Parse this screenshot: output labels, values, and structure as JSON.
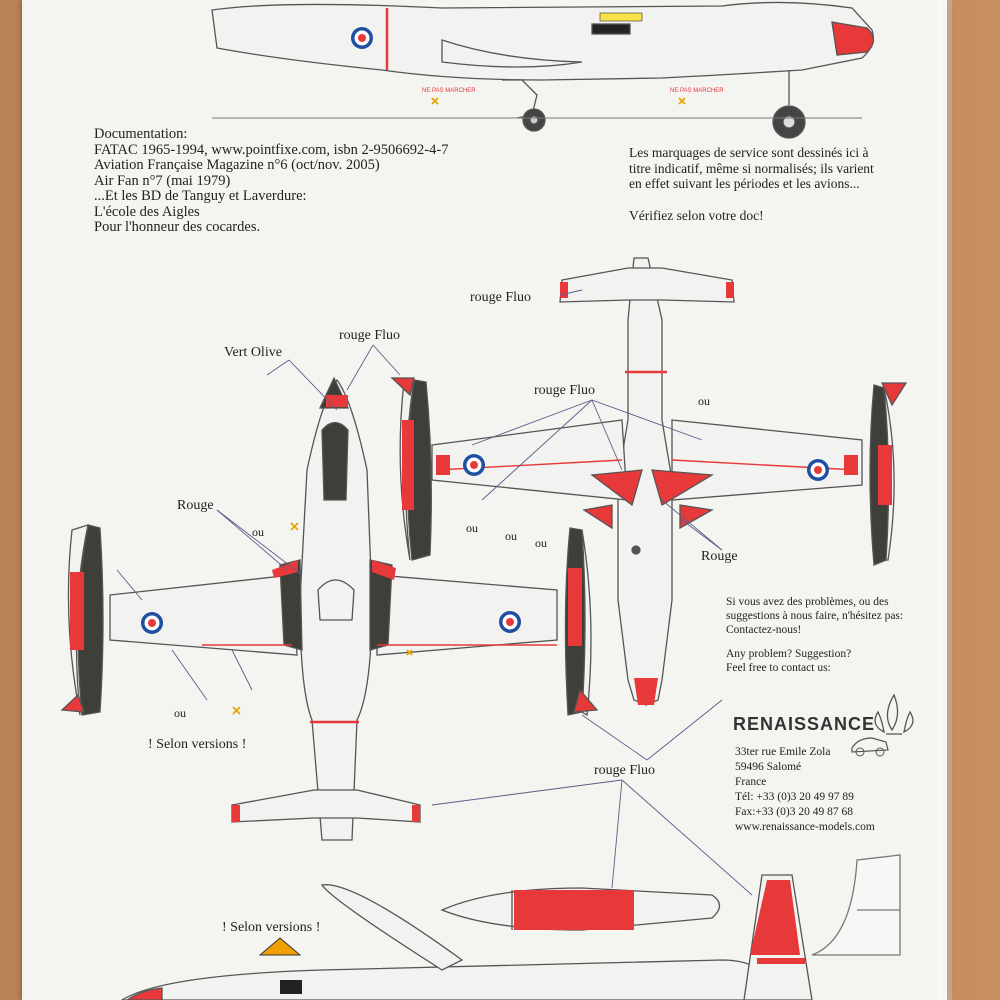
{
  "documentation": {
    "title": "Documentation:",
    "lines": [
      "FATAC 1965-1994, www.pointfixe.com, isbn 2-9506692-4-7",
      "Aviation Française Magazine n°6 (oct/nov. 2005)",
      "Air Fan n°7 (mai 1979)",
      "...Et les BD de Tanguy et Laverdure:",
      "L'école des Aigles",
      "Pour l'honneur des cocardes."
    ]
  },
  "service_note": {
    "lines": [
      "Les marquages de service sont dessinés ici à",
      "titre indicatif, même si normalisés; ils varient",
      "en effet suivant les périodes et les avions...",
      "",
      "Vérifiez selon votre doc!"
    ]
  },
  "callouts": {
    "vert_olive": "Vert Olive",
    "rouge_fluo_top": "rouge Fluo",
    "rouge_fluo_right": "rouge Fluo",
    "rouge_fluo_mid": "rouge Fluo",
    "rouge_fluo_bottom": "rouge Fluo",
    "rouge_left": "Rouge",
    "rouge_right": "Rouge",
    "selon_versions_1": "! Selon versions !",
    "selon_versions_2": "! Selon versions !",
    "ou": "ou"
  },
  "contact": {
    "fr": [
      "Si vous avez des problèmes, ou des",
      "suggestions à nous faire, n'hésitez pas:",
      "Contactez-nous!"
    ],
    "en": [
      "Any problem? Suggestion?",
      "Feel free to contact us:"
    ]
  },
  "company": {
    "logo": "RENAISSANCE",
    "address": [
      "33ter rue Emile Zola",
      "59496 Salomé",
      "France",
      "Tél: +33 (0)3 20 49 97 89",
      "Fax:+33 (0)3 20 49 87 68",
      "www.renaissance-models.com"
    ]
  },
  "colors": {
    "fluo_red": "#e8393a",
    "olive": "#3d3f38",
    "aircraft": "#f2f2f0",
    "outline": "#555555",
    "roundel_blue": "#1f4fa0"
  }
}
